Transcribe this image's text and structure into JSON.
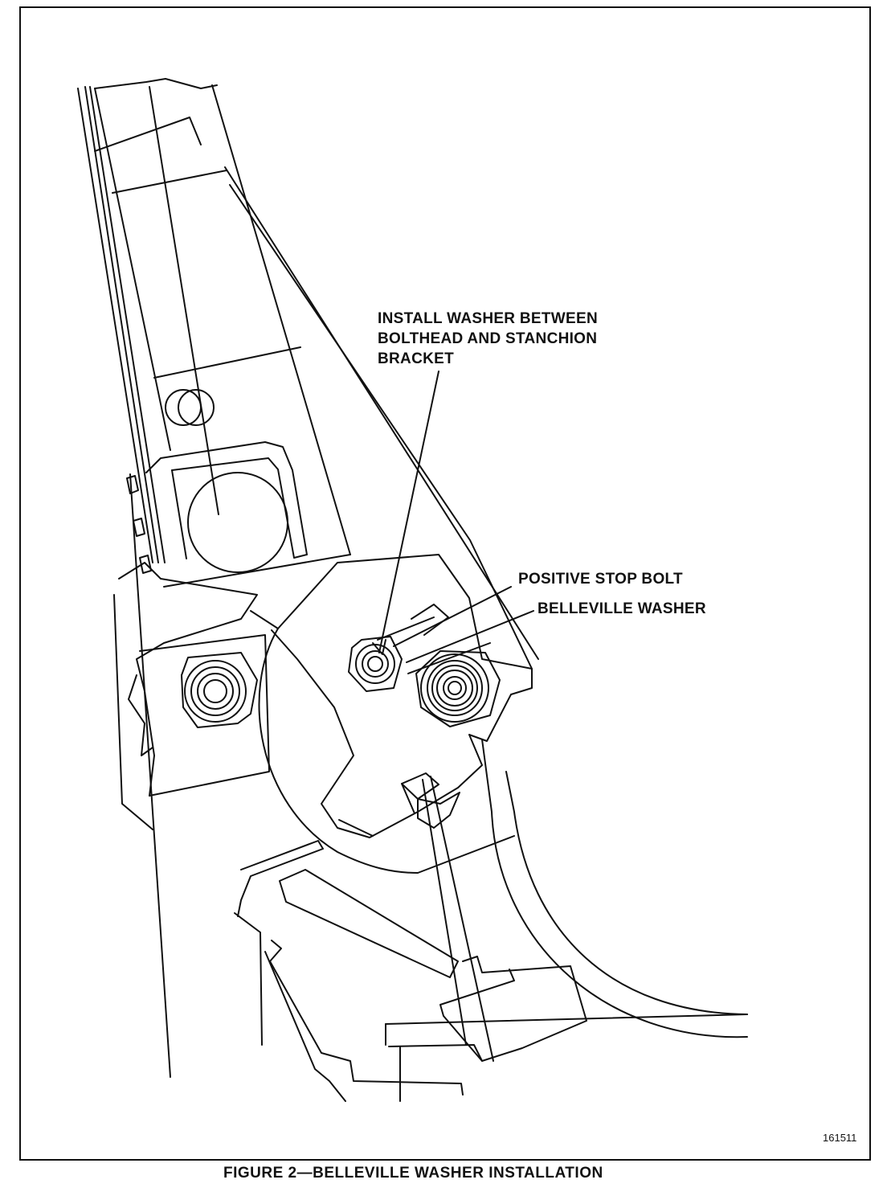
{
  "callouts": {
    "install_washer": [
      "INSTALL WASHER BETWEEN",
      "BOLTHEAD AND STANCHION",
      "BRACKET"
    ],
    "positive_stop_bolt": "POSITIVE STOP BOLT",
    "belleville_washer": "BELLEVILLE WASHER"
  },
  "figure_id": "161511",
  "caption": "FIGURE 2—BELLEVILLE WASHER INSTALLATION"
}
